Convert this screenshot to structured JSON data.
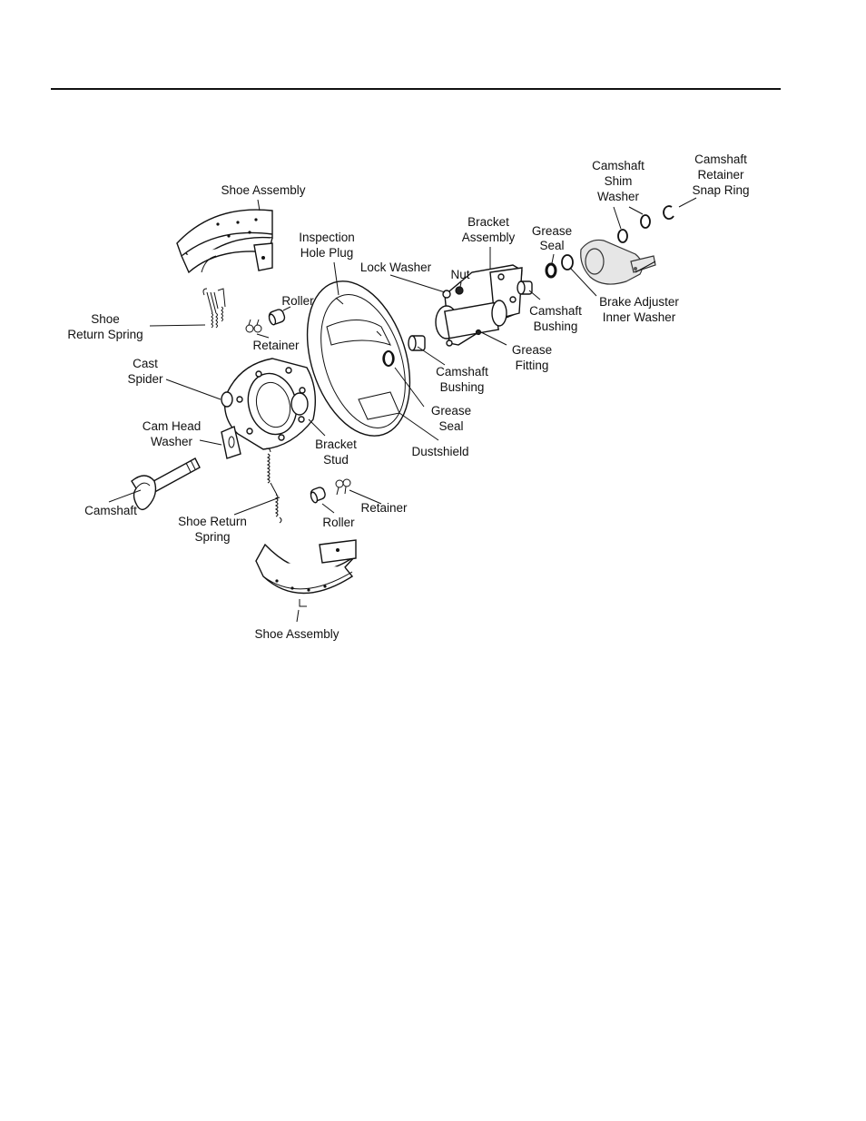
{
  "labels": {
    "shoe_assembly_top": "Shoe Assembly",
    "inspection_l1": "Inspection",
    "inspection_l2": "Hole Plug",
    "lock_washer": "Lock Washer",
    "nut": "Nut",
    "bracket_asm_l1": "Bracket",
    "bracket_asm_l2": "Assembly",
    "grease_seal_top_l1": "Grease",
    "grease_seal_top_l2": "Seal",
    "shim_l1": "Camshaft",
    "shim_l2": "Shim",
    "shim_l3": "Washer",
    "snap_l1": "Camshaft",
    "snap_l2": "Retainer",
    "snap_l3": "Snap Ring",
    "shoe_spring_top_l1": "Shoe",
    "shoe_spring_top_l2": "Return Spring",
    "roller_top": "Roller",
    "retainer_top": "Retainer",
    "cast_spider_l1": "Cast",
    "cast_spider_l2": "Spider",
    "brake_adj_l1": "Brake Adjuster",
    "brake_adj_l2": "Inner Washer",
    "cam_bushing_top_l1": "Camshaft",
    "cam_bushing_top_l2": "Bushing",
    "grease_fitting_l1": "Grease",
    "grease_fitting_l2": "Fitting",
    "cam_bushing_mid_l1": "Camshaft",
    "cam_bushing_mid_l2": "Bushing",
    "grease_seal_mid_l1": "Grease",
    "grease_seal_mid_l2": "Seal",
    "cam_head_l1": "Cam Head",
    "cam_head_l2": "Washer",
    "bracket_stud_l1": "Bracket",
    "bracket_stud_l2": "Stud",
    "dustshield": "Dustshield",
    "camshaft": "Camshaft",
    "shoe_spring_bot_l1": "Shoe Return",
    "shoe_spring_bot_l2": "Spring",
    "retainer_bot": "Retainer",
    "roller_bot": "Roller",
    "shoe_assembly_bot": "Shoe Assembly"
  }
}
